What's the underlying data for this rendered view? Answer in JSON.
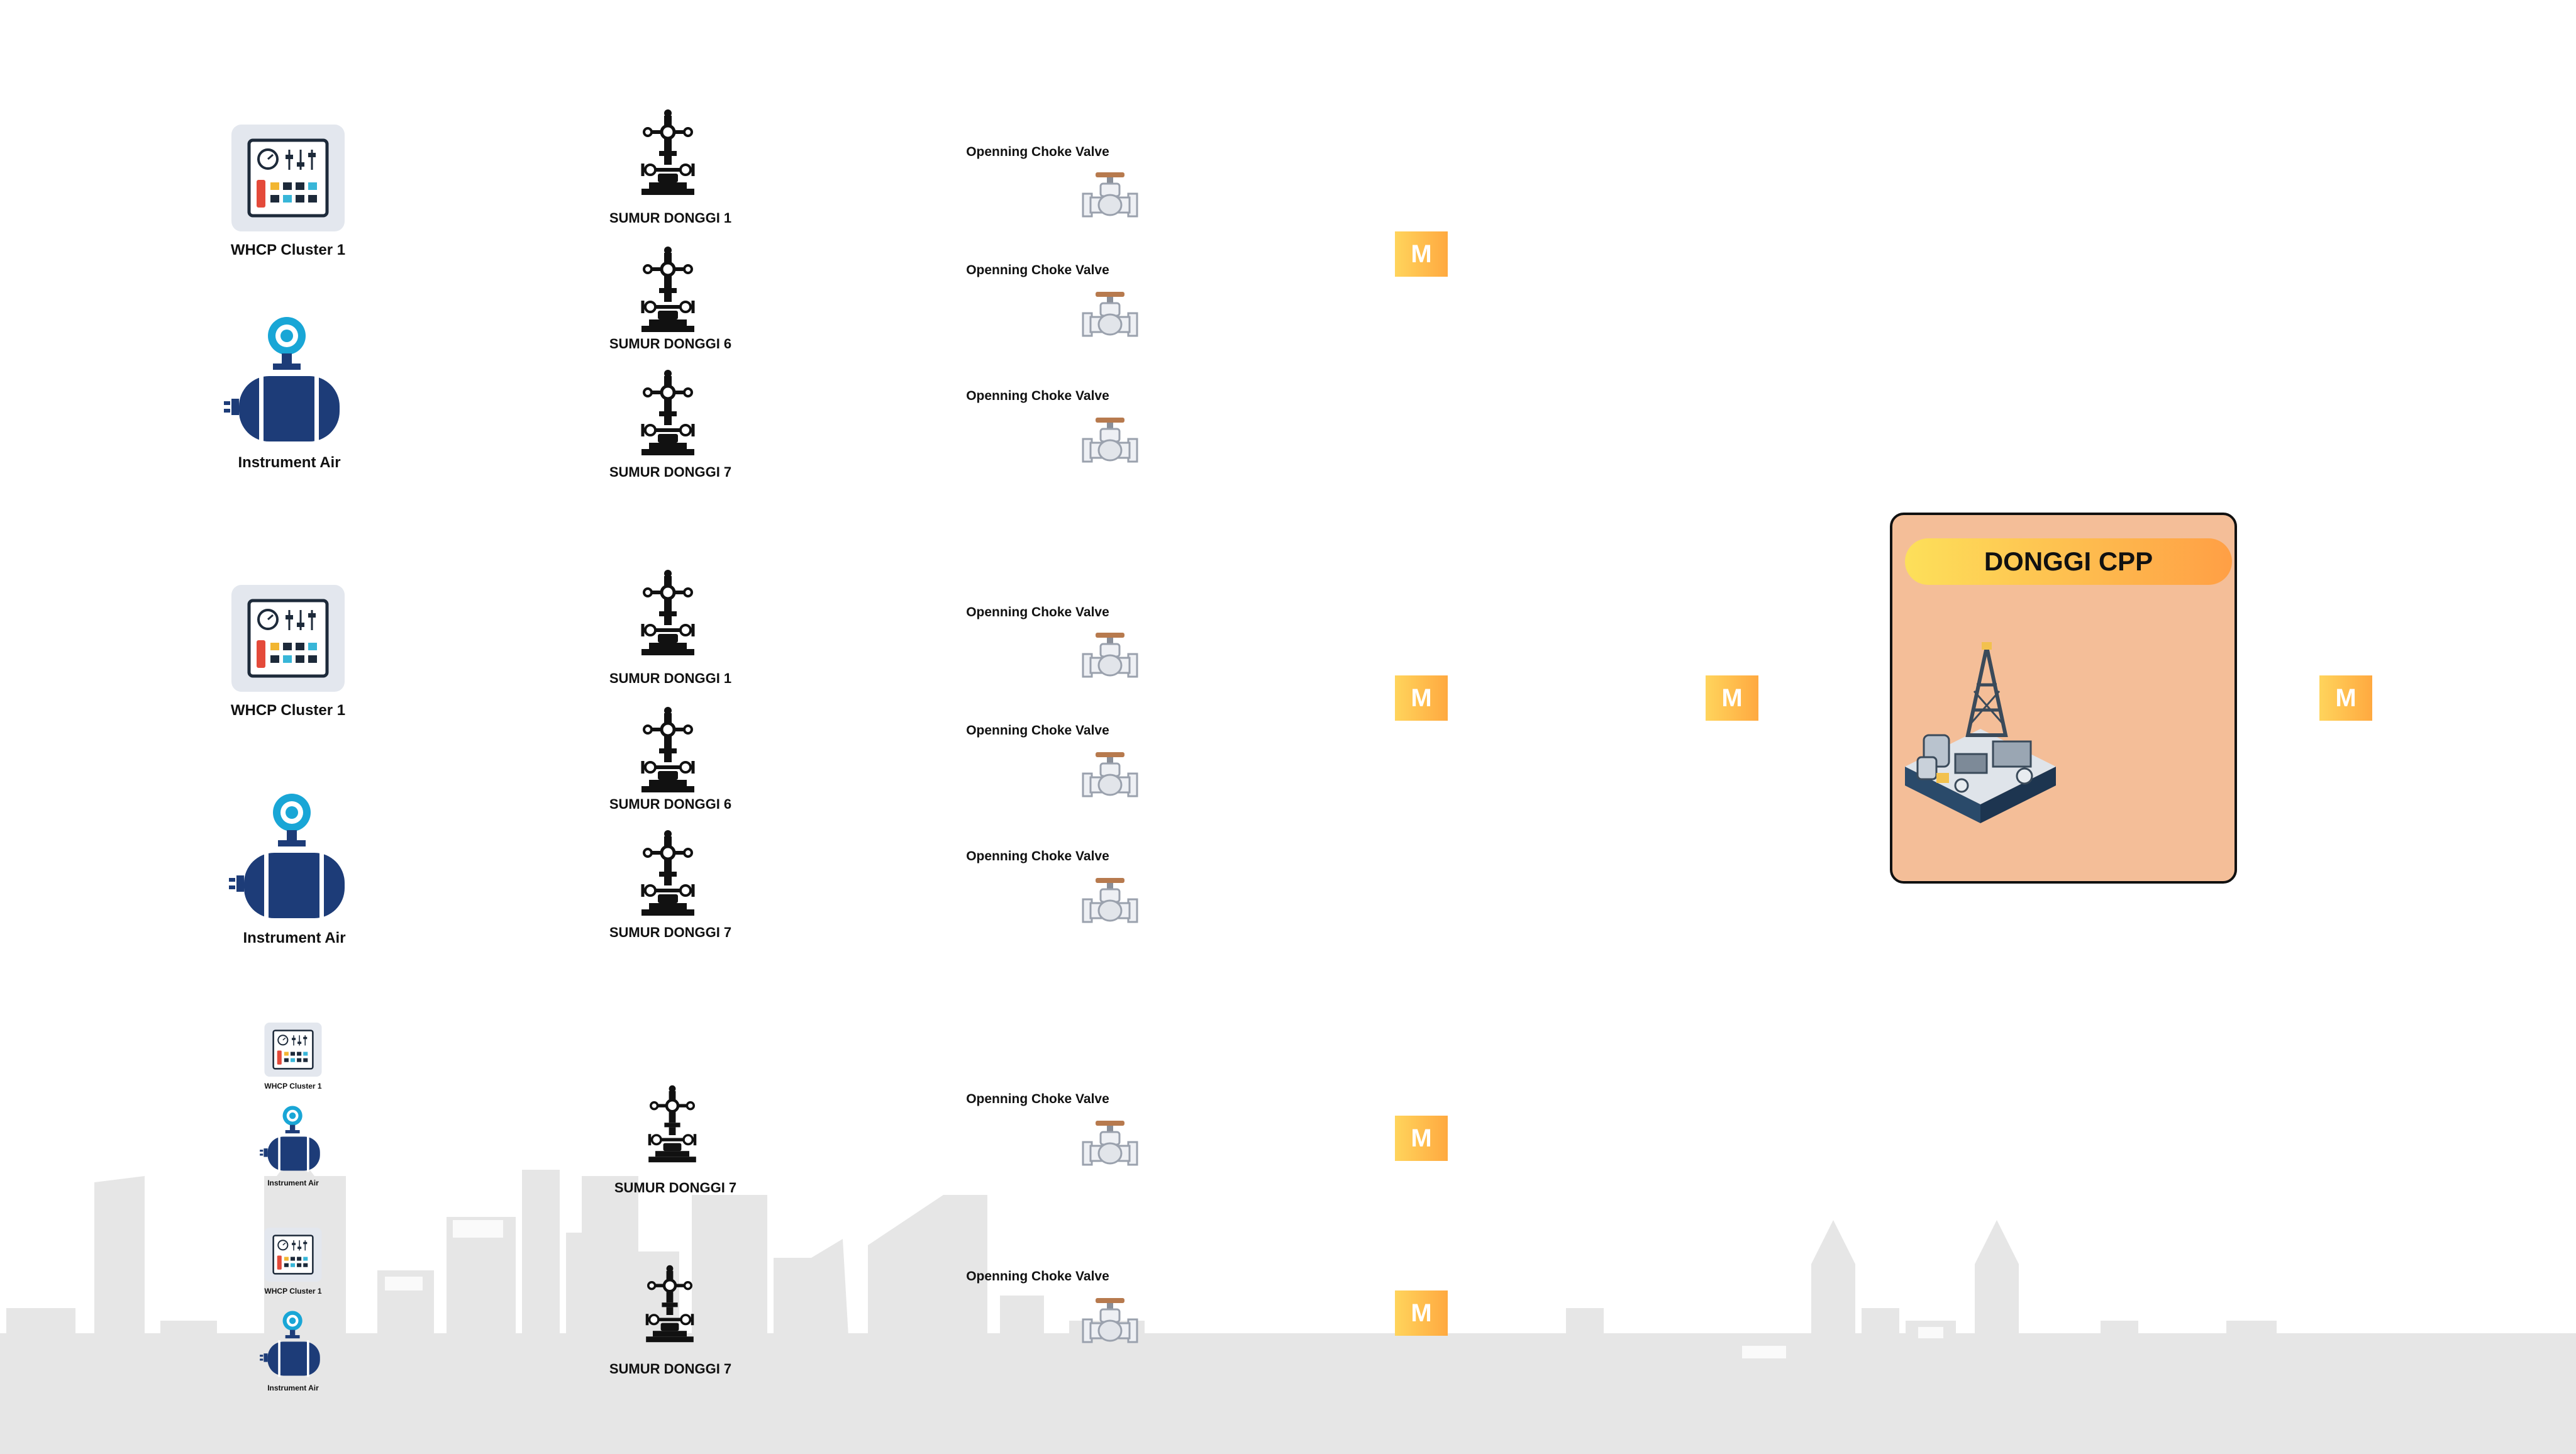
{
  "valve_label": "Openning Choke Valve",
  "clusters": [
    {
      "panel_label": "WHCP Cluster 1",
      "air_label": "Instrument Air",
      "wells": [
        "SUMUR DONGGI 1",
        "SUMUR DONGGI 6",
        "SUMUR DONGGI 7"
      ]
    },
    {
      "panel_label": "WHCP Cluster 1",
      "air_label": "Instrument Air",
      "wells": [
        "SUMUR DONGGI 1",
        "SUMUR DONGGI 6",
        "SUMUR DONGGI 7"
      ]
    },
    {
      "panel_label": "WHCP Cluster 1",
      "air_label": "Instrument Air",
      "wells": [
        "SUMUR DONGGI 7"
      ]
    },
    {
      "panel_label": "WHCP Cluster 1",
      "air_label": "Instrument Air",
      "wells": [
        "SUMUR DONGGI 7"
      ]
    }
  ],
  "meter_label": "M",
  "cpp": {
    "title": "DONGGI CPP"
  },
  "colors": {
    "meter_gradient_start": "#ffd45c",
    "meter_gradient_end": "#ffa940",
    "cpp_background": "#f4be98",
    "tank_blue": "#1d3c78",
    "gauge_cyan": "#19a6d6",
    "skyline_gray": "#e6e6e6"
  },
  "icons": [
    "control-panel-icon",
    "air-tank-icon",
    "wellhead-icon",
    "choke-valve-icon",
    "meter-badge",
    "offshore-platform-icon",
    "city-skyline"
  ]
}
